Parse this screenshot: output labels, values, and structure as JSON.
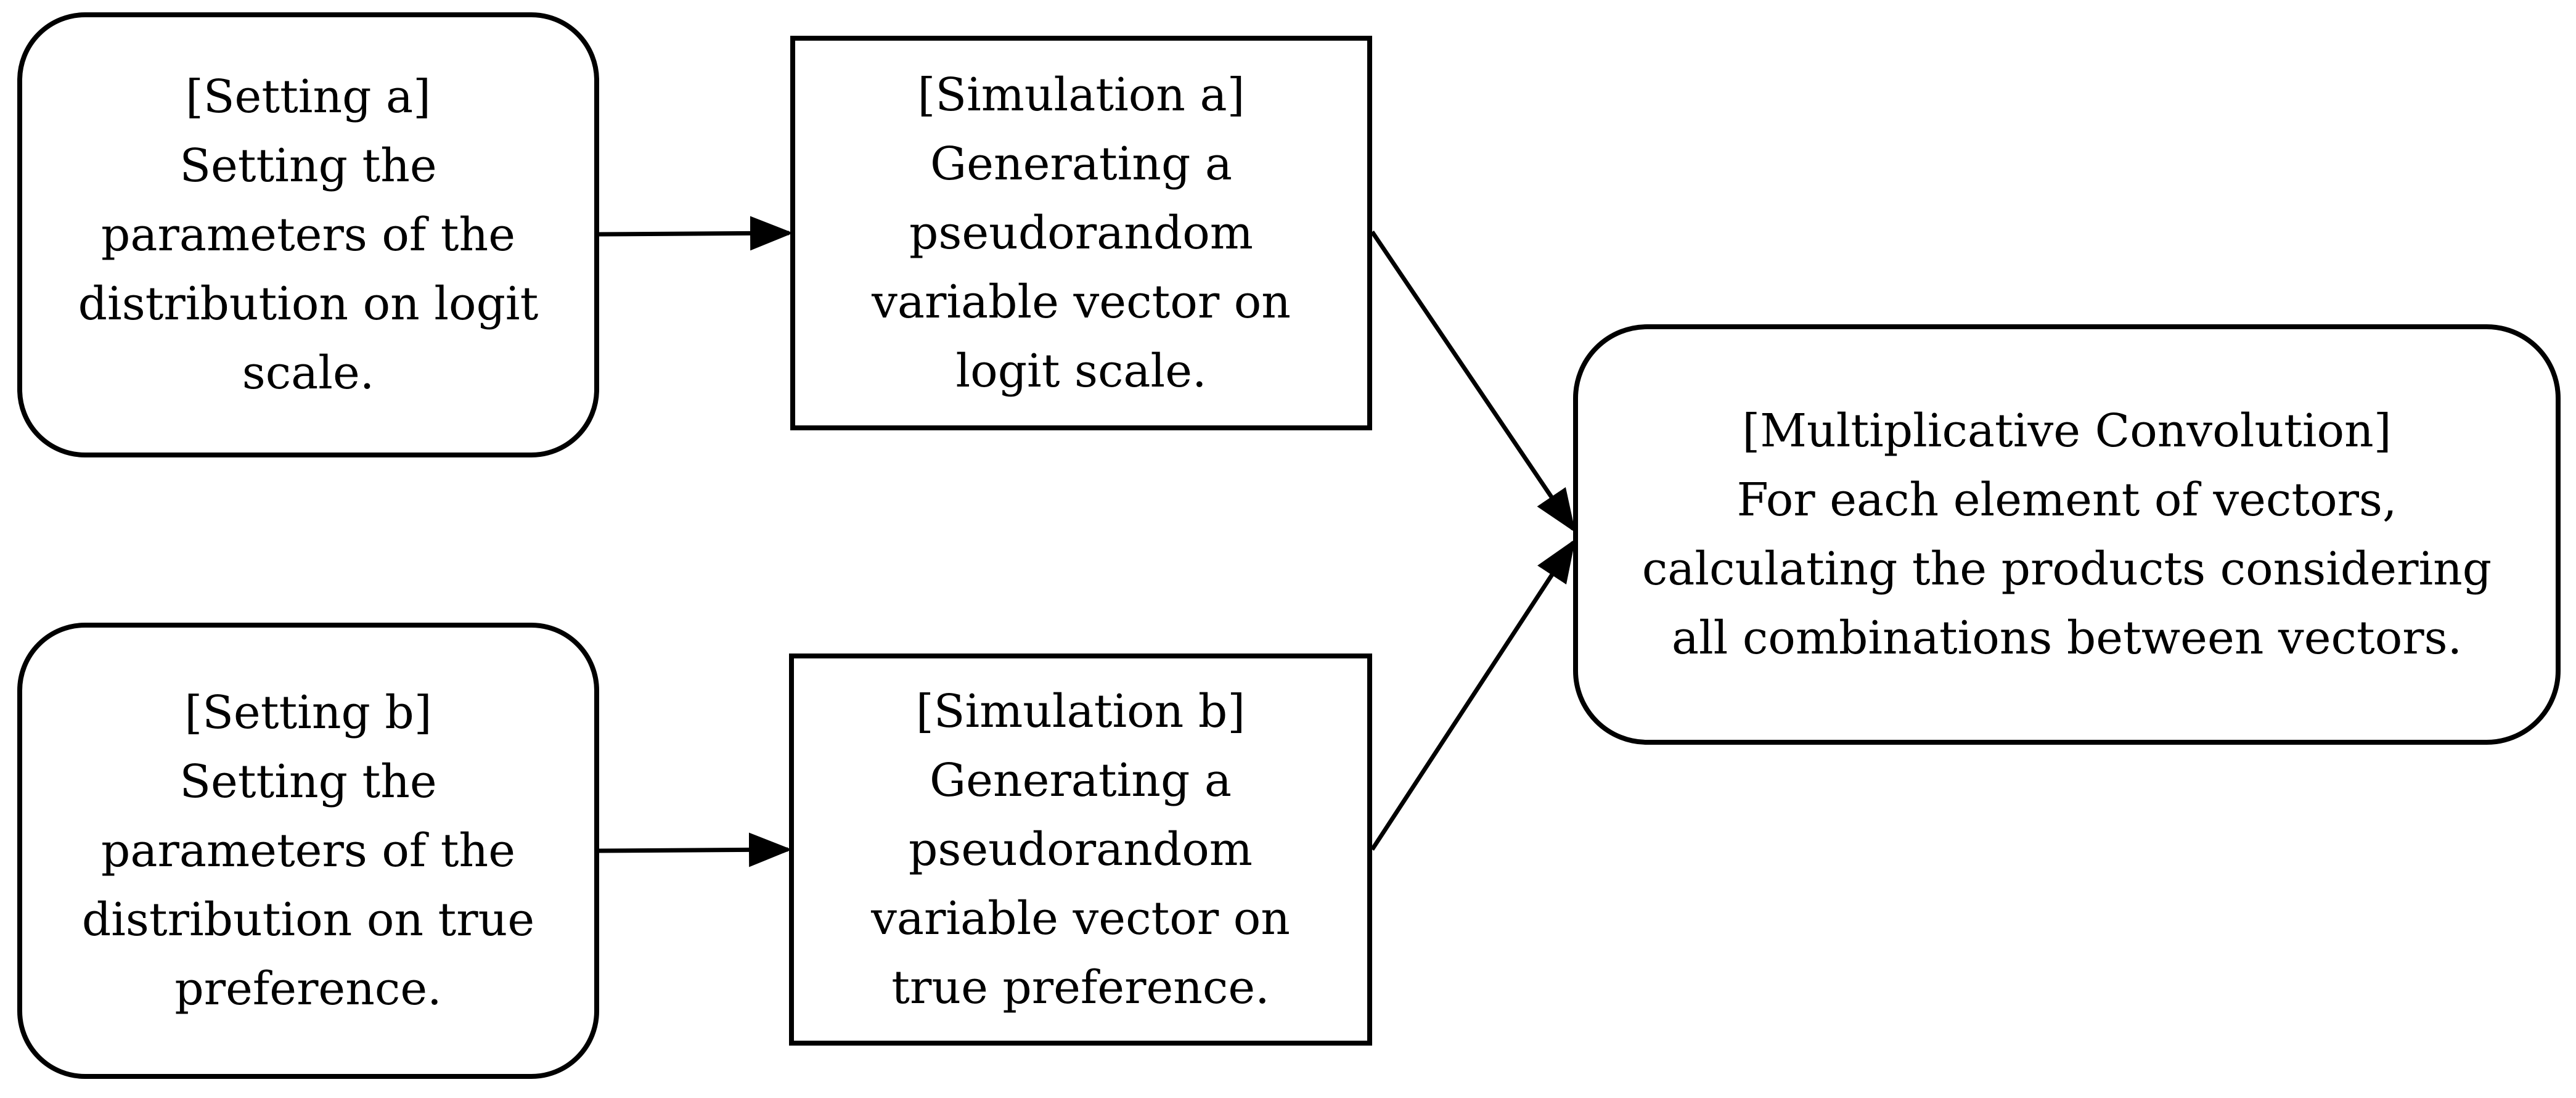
{
  "diagram": {
    "setting_a": {
      "lines": [
        "[Setting a]",
        "Setting the",
        "parameters of the",
        "distribution on logit",
        "scale."
      ]
    },
    "setting_b": {
      "lines": [
        "[Setting b]",
        "Setting the",
        "parameters of the",
        "distribution on true",
        "preference."
      ]
    },
    "simulation_a": {
      "lines": [
        "[Simulation a]",
        "Generating a",
        "pseudorandom",
        "variable vector on",
        "logit scale."
      ]
    },
    "simulation_b": {
      "lines": [
        "[Simulation b]",
        "Generating a",
        "pseudorandom",
        "variable vector on",
        "true preference."
      ]
    },
    "multiplicative_convolution": {
      "lines": [
        "[Multiplicative Convolution]",
        "For each element of vectors,",
        "calculating the products considering",
        "all combinations between vectors."
      ]
    },
    "colors": {
      "stroke": "#000000",
      "background": "#ffffff"
    }
  }
}
